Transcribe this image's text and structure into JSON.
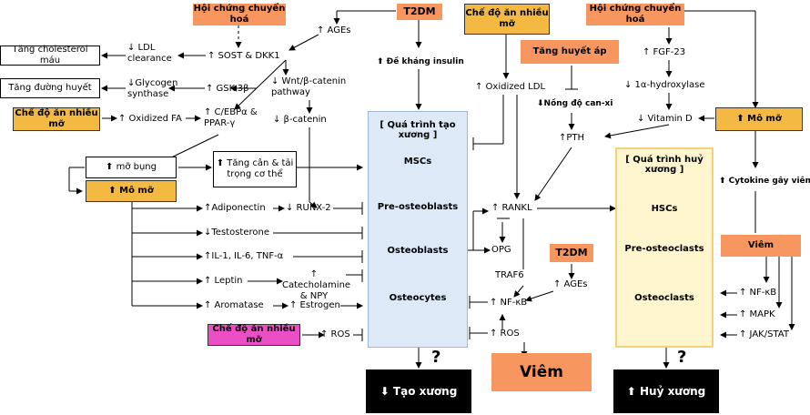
{
  "boxes": {
    "hcch_left": "Hội chứng chuyển hoá",
    "t2dm_top": "T2DM",
    "diet_top": "Chế độ ăn nhiều mỡ",
    "hcch_right": "Hội chứng chuyển hoá",
    "hypertension": "Tăng huyết áp",
    "chol": "Tăng cholesterol máu",
    "glucose": "Tăng đường huyết",
    "diet_left": "Chế độ ăn nhiều mỡ",
    "belly_fat": "⬆ mỡ bụng",
    "fat_tissue_left": "⬆ Mô mỡ",
    "weight_gain": "⬆ Tăng cân & tải trọng cơ thể",
    "fat_tissue_right": "⬆ Mô mỡ",
    "diet_ros": "Chế độ ăn nhiều mỡ",
    "t2dm_mid": "T2DM",
    "inflammation_right": "Viêm",
    "inflammation_big": "Viêm",
    "bone_formation": "⬇ Tạo xương",
    "bone_resorption": "⬆ Huỷ xương"
  },
  "labels": {
    "ages_top": "↑ AGEs",
    "insulin_resistance": "⬆ Đề kháng insulin",
    "ldl_clearance": "↓ LDL clearance",
    "sost": "↑ SOST & DKK1",
    "wnt": "↓ Wnt/β-catenin pathway",
    "glycogen": "↓Glycogen synthase",
    "gsk": "↑ GSK-3β",
    "bcatenin": "↓ β-catenin",
    "oxidized_fa": "↑ Oxidized FA",
    "cebp": "↑ C/EBPα & PPAR-γ",
    "oxidized_ldl": "↑ Oxidized LDL",
    "low_calcium": "⬇Nồng độ can-xi",
    "pth": "↑PTH",
    "fgf23": "↑ FGF-23",
    "hydroxylase": "↓ 1α-hydroxylase",
    "vitamin_d": "↓ Vitamin D",
    "cytokine": "⬆ Cytokine gây viêm",
    "adiponectin": "↑Adiponectin",
    "runx2": "↓ RUNX-2",
    "testosterone": "↓Testosterone",
    "il": "↑IL-1, IL-6, TNF-α",
    "leptin": "↑ Leptin",
    "catecholamine": "↑ Catecholamine & NPY",
    "aromatase": "↑ Aromatase",
    "estrogen": "↑ Estrogen",
    "ros_left": "↑ ROS",
    "rankl": "↑ RANKL",
    "opg": "OPG",
    "traf6": "TRAF6",
    "ages_mid": "↑ AGEs",
    "nfkb_mid": "↑ NF-κB",
    "ros_mid": "↑ ROS",
    "nfkb_right": "↑ NF-κB",
    "mapk": "↑ MAPK",
    "jakstat": "↑ JAK/STAT",
    "qmark_left": "?",
    "qmark_right": "?"
  },
  "panels": {
    "formation_title": "[ Quá trình tạo xương ]",
    "formation_steps": [
      "MSCs",
      "Pre-osteoblasts",
      "Osteoblasts",
      "Osteocytes"
    ],
    "resorption_title": "[ Quá trình huỷ xương ]",
    "resorption_steps": [
      "HSCs",
      "Pre-osteoclasts",
      "Osteoclasts"
    ]
  },
  "colors": {
    "orange": "#f7965f",
    "gold": "#f4b942",
    "pink": "#ec4fc5",
    "blue_panel": "#dde9f6",
    "yellow_panel": "#fff5cf"
  }
}
